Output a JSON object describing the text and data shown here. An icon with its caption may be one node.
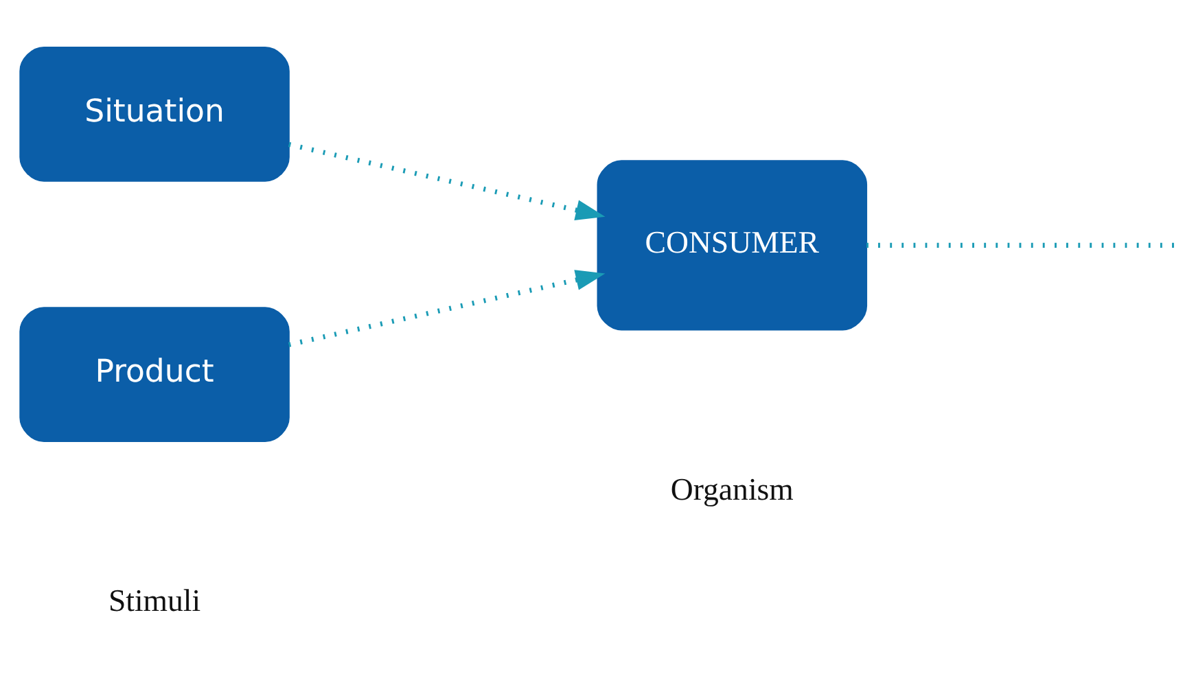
{
  "diagram": {
    "nodes": [
      {
        "text": [
          "Situation"
        ]
      },
      {
        "text": [
          "Product"
        ]
      },
      {
        "text": [
          "CONSUMER"
        ]
      }
    ],
    "edges": [
      {
        "from": 0,
        "to": 2,
        "arrow": "to"
      },
      {
        "from": 1,
        "to": 2,
        "arrow": "to"
      },
      {
        "from": 2,
        "to": null,
        "arrow": "none"
      }
    ],
    "labels": [
      "Stimuli",
      "Organism"
    ]
  }
}
